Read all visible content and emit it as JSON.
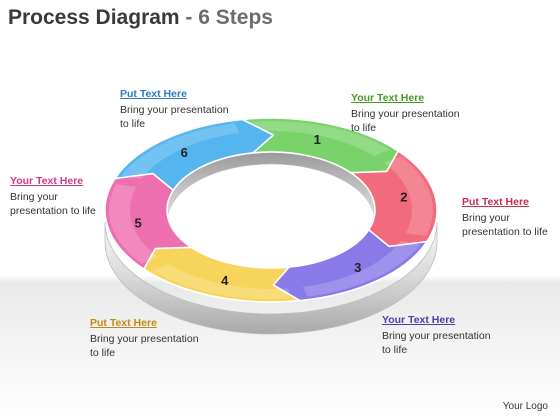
{
  "title": {
    "main": "Process Diagram",
    "sep": " - ",
    "sub": "6 Steps"
  },
  "steps": [
    {
      "num": "1",
      "heading": "Your Text Here",
      "body": "Bring your presentation to life",
      "color": "#7ad26b",
      "head_color": "#4a9a2a"
    },
    {
      "num": "2",
      "heading": "Put Text Here",
      "body": "Bring your presentation to life",
      "color": "#f26b7c",
      "head_color": "#c0304a"
    },
    {
      "num": "3",
      "heading": "Your Text Here",
      "body": "Bring your presentation to life",
      "color": "#8a7ae8",
      "head_color": "#4e3da8"
    },
    {
      "num": "4",
      "heading": "Put Text Here",
      "body": "Bring your presentation to life",
      "color": "#f7d55c",
      "head_color": "#c28a12"
    },
    {
      "num": "5",
      "heading": "Your Text Here",
      "body": "Bring your presentation to life",
      "color": "#ee6fb0",
      "head_color": "#c93c86"
    },
    {
      "num": "6",
      "heading": "Put Text Here",
      "body": "Bring your presentation to life",
      "color": "#55b6ef",
      "head_color": "#2a7bbf"
    }
  ],
  "logo": "Your Logo"
}
